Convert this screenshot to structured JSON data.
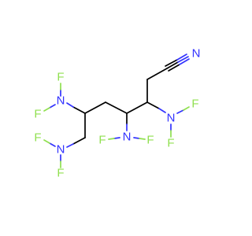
{
  "molecule": {
    "atoms": {
      "n_nitrile": {
        "symbol": "N",
        "color": "#3333ff"
      },
      "n1": {
        "symbol": "N",
        "color": "#3333ff"
      },
      "n2": {
        "symbol": "N",
        "color": "#3333ff"
      },
      "n3": {
        "symbol": "N",
        "color": "#3333ff"
      },
      "n4": {
        "symbol": "N",
        "color": "#3333ff"
      },
      "f1a": {
        "symbol": "F",
        "color": "#90e050"
      },
      "f1b": {
        "symbol": "F",
        "color": "#90e050"
      },
      "f2a": {
        "symbol": "F",
        "color": "#90e050"
      },
      "f2b": {
        "symbol": "F",
        "color": "#90e050"
      },
      "f3a": {
        "symbol": "F",
        "color": "#90e050"
      },
      "f3b": {
        "symbol": "F",
        "color": "#90e050"
      },
      "f4a": {
        "symbol": "F",
        "color": "#90e050"
      },
      "f4b": {
        "symbol": "F",
        "color": "#90e050"
      }
    }
  }
}
